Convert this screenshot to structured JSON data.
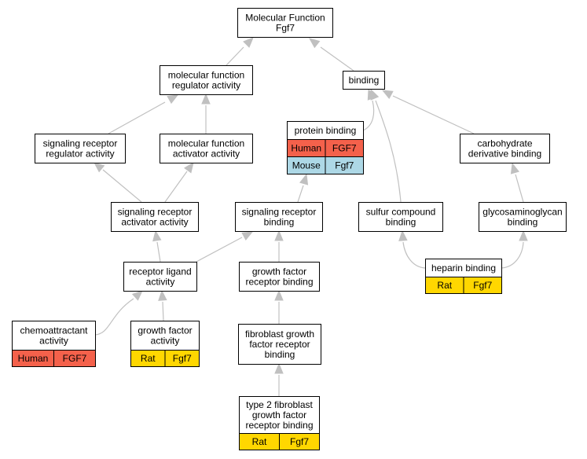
{
  "colors": {
    "human": "#f4614b",
    "mouse": "#add8e6",
    "rat": "#ffd700",
    "edge": "#c0c0c0"
  },
  "nodes": {
    "root": {
      "lines": [
        "Molecular Function",
        "Fgf7"
      ]
    },
    "mf_regulator": {
      "lines": [
        "molecular function",
        "regulator activity"
      ]
    },
    "binding": {
      "lines": [
        "binding"
      ]
    },
    "protein_binding": {
      "lines": [
        "protein binding"
      ],
      "annotations": [
        {
          "species": "Human",
          "gene": "FGF7",
          "color_key": "human"
        },
        {
          "species": "Mouse",
          "gene": "Fgf7",
          "color_key": "mouse"
        }
      ]
    },
    "sig_reg": {
      "lines": [
        "signaling receptor",
        "regulator activity"
      ]
    },
    "mf_activator": {
      "lines": [
        "molecular function",
        "activator activity"
      ]
    },
    "carb_binding": {
      "lines": [
        "carbohydrate",
        "derivative binding"
      ]
    },
    "sig_act": {
      "lines": [
        "signaling receptor",
        "activator activity"
      ]
    },
    "sig_binding": {
      "lines": [
        "signaling receptor",
        "binding"
      ]
    },
    "sulfur_binding": {
      "lines": [
        "sulfur compound",
        "binding"
      ]
    },
    "gag_binding": {
      "lines": [
        "glycosaminoglycan",
        "binding"
      ]
    },
    "heparin_binding": {
      "lines": [
        "heparin binding"
      ],
      "annotations": [
        {
          "species": "Rat",
          "gene": "Fgf7",
          "color_key": "rat"
        }
      ]
    },
    "receptor_ligand": {
      "lines": [
        "receptor ligand",
        "activity"
      ]
    },
    "gf_receptor_binding": {
      "lines": [
        "growth factor",
        "receptor binding"
      ]
    },
    "chemoattractant": {
      "lines": [
        "chemoattractant",
        "activity"
      ],
      "annotations": [
        {
          "species": "Human",
          "gene": "FGF7",
          "color_key": "human"
        }
      ]
    },
    "gf_activity": {
      "lines": [
        "growth factor",
        "activity"
      ],
      "annotations": [
        {
          "species": "Rat",
          "gene": "Fgf7",
          "color_key": "rat"
        }
      ]
    },
    "fgf_receptor_binding": {
      "lines": [
        "fibroblast growth",
        "factor receptor",
        "binding"
      ]
    },
    "type2_fgf_receptor_binding": {
      "lines": [
        "type 2 fibroblast",
        "growth factor",
        "receptor binding"
      ],
      "annotations": [
        {
          "species": "Rat",
          "gene": "Fgf7",
          "color_key": "rat"
        }
      ]
    }
  },
  "edges": [
    {
      "from": "mf_regulator",
      "to": "root"
    },
    {
      "from": "binding",
      "to": "root"
    },
    {
      "from": "sig_reg",
      "to": "mf_regulator"
    },
    {
      "from": "mf_activator",
      "to": "mf_regulator"
    },
    {
      "from": "protein_binding",
      "to": "binding"
    },
    {
      "from": "sulfur_binding",
      "to": "binding"
    },
    {
      "from": "carb_binding",
      "to": "binding"
    },
    {
      "from": "sig_act",
      "to": "sig_reg"
    },
    {
      "from": "sig_act",
      "to": "mf_activator"
    },
    {
      "from": "sig_binding",
      "to": "protein_binding"
    },
    {
      "from": "gag_binding",
      "to": "carb_binding"
    },
    {
      "from": "heparin_binding",
      "to": "sulfur_binding"
    },
    {
      "from": "heparin_binding",
      "to": "gag_binding"
    },
    {
      "from": "receptor_ligand",
      "to": "sig_act"
    },
    {
      "from": "receptor_ligand",
      "to": "sig_binding"
    },
    {
      "from": "gf_receptor_binding",
      "to": "sig_binding"
    },
    {
      "from": "chemoattractant",
      "to": "receptor_ligand"
    },
    {
      "from": "gf_activity",
      "to": "receptor_ligand"
    },
    {
      "from": "fgf_receptor_binding",
      "to": "gf_receptor_binding"
    },
    {
      "from": "type2_fgf_receptor_binding",
      "to": "fgf_receptor_binding"
    }
  ]
}
